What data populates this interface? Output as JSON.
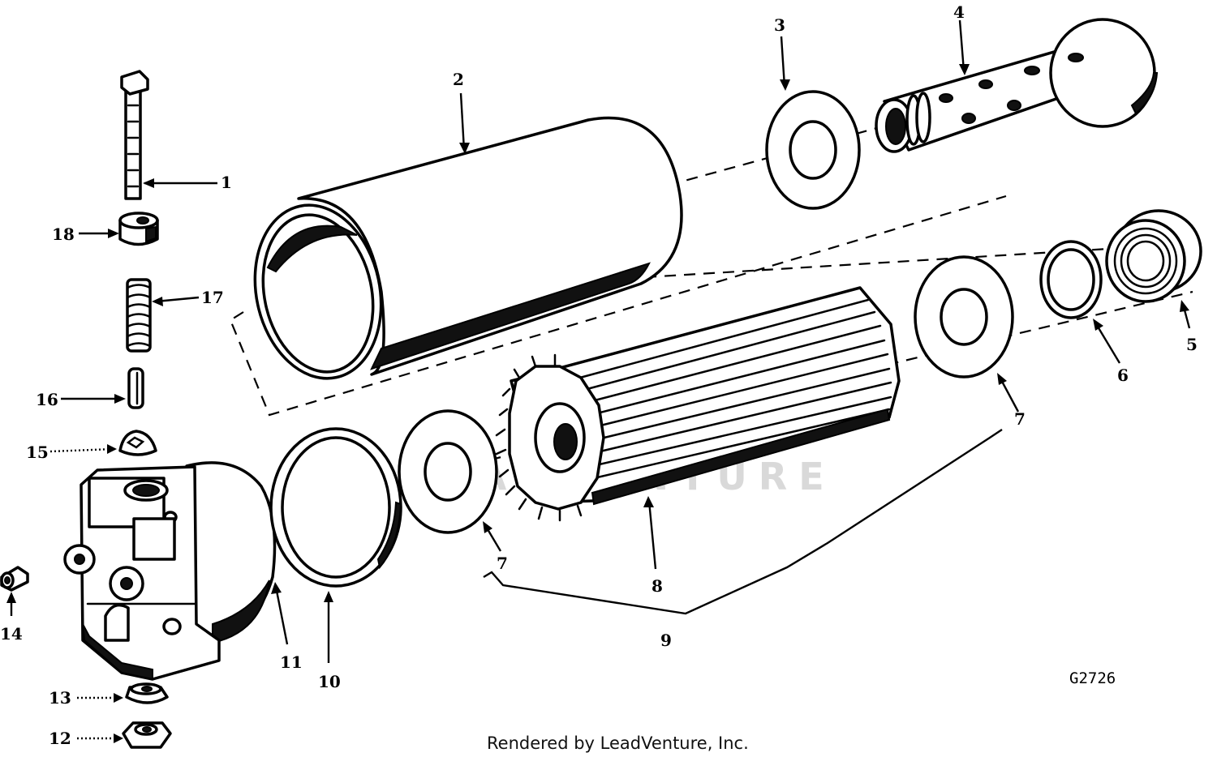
{
  "callouts": [
    {
      "id": "c1",
      "text": "1"
    },
    {
      "id": "c2",
      "text": "2"
    },
    {
      "id": "c3",
      "text": "3"
    },
    {
      "id": "c4",
      "text": "4"
    },
    {
      "id": "c5",
      "text": "5"
    },
    {
      "id": "c6",
      "text": "6"
    },
    {
      "id": "c7a",
      "text": "7"
    },
    {
      "id": "c7b",
      "text": "7"
    },
    {
      "id": "c8",
      "text": "8"
    },
    {
      "id": "c9",
      "text": "9"
    },
    {
      "id": "c10",
      "text": "10"
    },
    {
      "id": "c11",
      "text": "11"
    },
    {
      "id": "c12",
      "text": "12"
    },
    {
      "id": "c13",
      "text": "13"
    },
    {
      "id": "c14",
      "text": "14"
    },
    {
      "id": "c15",
      "text": "15"
    },
    {
      "id": "c16",
      "text": "16"
    },
    {
      "id": "c17",
      "text": "17"
    },
    {
      "id": "c18",
      "text": "18"
    }
  ],
  "drawing_number": "G2726",
  "credit": "Rendered by LeadVenture, Inc.",
  "watermark": "LEADVENTURE"
}
